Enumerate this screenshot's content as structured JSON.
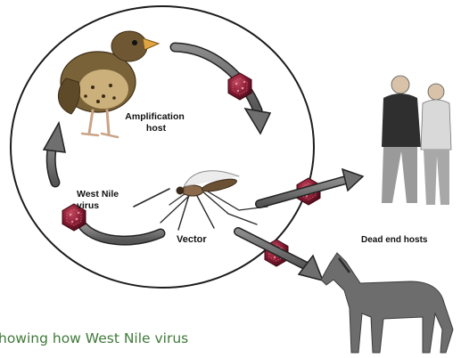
{
  "labels": {
    "amplification_host": [
      "Amplification",
      "host"
    ],
    "west_nile_virus": [
      "West Nile",
      "virus"
    ],
    "vector": "Vector",
    "dead_end_hosts": "Dead end hosts"
  },
  "caption_fragment": "howing how West Nile virus",
  "icons": [
    "bird-icon",
    "mosquito-icon",
    "virus-particle-icon",
    "people-icon",
    "horse-icon",
    "cycle-arrow-icon",
    "transmission-arrow-icon"
  ],
  "colors": {
    "virus_fill": "#8a1c33",
    "arrow_gray": "#6f6f6f",
    "arrow_outline": "#222222",
    "caption_green": "#3f7a39"
  }
}
